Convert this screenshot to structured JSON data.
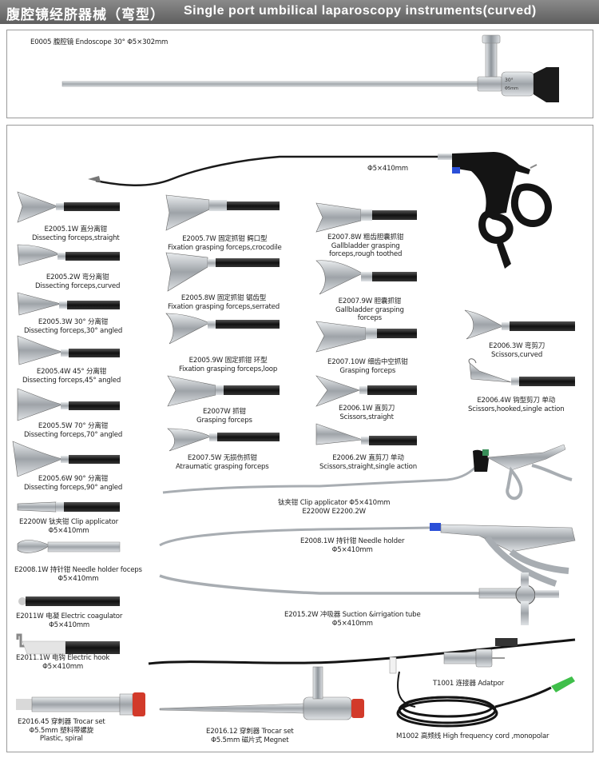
{
  "header": {
    "title_cn": "腹腔镜经脐器械（弯型）",
    "title_en": "Single port umbilical laparoscopy instruments(curved)"
  },
  "endoscope": {
    "label": "E0005 腹腔镜 Endoscope 30°  Φ5×302mm",
    "eyepiece_marks": [
      "30°",
      "Φ5mm"
    ]
  },
  "handle": {
    "spec": "Φ5×410mm"
  },
  "column1": [
    {
      "code": "E2005.1W 直分离钳",
      "desc": "Dissecting forceps,straight"
    },
    {
      "code": "E2005.2W 弯分离钳",
      "desc": "Dissecting forceps,curved"
    },
    {
      "code": "E2005.3W 30° 分离钳",
      "desc": "Dissecting forceps,30° angled"
    },
    {
      "code": "E2005.4W 45° 分离钳",
      "desc": "Dissecting forceps,45° angled"
    },
    {
      "code": "E2005.5W 70° 分离钳",
      "desc": "Dissecting forceps,70° angled"
    },
    {
      "code": "E2005.6W 90° 分离钳",
      "desc": "Dissecting forceps,90° angled"
    },
    {
      "code": "E2200W 钛夹钳 Clip applicator",
      "desc": "Φ5×410mm"
    },
    {
      "code": "E2008.1W 持针钳 Needle holder foceps",
      "desc": "Φ5×410mm"
    },
    {
      "code": "E2011W 电凝 Electric coagulator",
      "desc": "Φ5×410mm"
    },
    {
      "code": "E2011.1W 电钩 Electric hook",
      "desc": "Φ5×410mm"
    }
  ],
  "column2": [
    {
      "code": "E2005.7W 固定抓钳 鳄口型",
      "desc": "Fixation grasping forceps,crocodile"
    },
    {
      "code": "E2005.8W 固定抓钳 锯齿型",
      "desc": "Fixation grasping forceps,serrated"
    },
    {
      "code": "E2005.9W 固定抓钳 环型",
      "desc": "Fixation grasping forceps,loop"
    },
    {
      "code": "E2007W 抓钳",
      "desc": "Grasping forceps"
    },
    {
      "code": "E2007.5W 无损伤抓钳",
      "desc": "Atraumatic grasping forceps"
    }
  ],
  "column3": [
    {
      "code": "E2007.8W 粗齿胆囊抓钳",
      "desc": "Gallbladder grasping",
      "desc2": "forceps,rough toothed"
    },
    {
      "code": "E2007.9W 胆囊抓钳",
      "desc": "Gallbladder grasping",
      "desc2": "forceps"
    },
    {
      "code": "E2007.10W 细齿中空抓钳",
      "desc": "Grasping forceps"
    },
    {
      "code": "E2006.1W 直剪刀",
      "desc": "Scissors,straight"
    },
    {
      "code": "E2006.2W 直剪刀 单动",
      "desc": "Scissors,straight,single action"
    }
  ],
  "column4": [
    {
      "code": "E2006.3W 弯剪刀",
      "desc": "Scissors,curved"
    },
    {
      "code": "E2006.4W 钩型剪刀 单动",
      "desc": "Scissors,hooked,single action"
    }
  ],
  "clip_applicator": {
    "line1": "钛夹钳 Clip applicator  Φ5×410mm",
    "line2": "E2200W     E2200.2W"
  },
  "needle_holder": {
    "line1": "E2008.1W 持针钳 Needle holder",
    "line2": "Φ5×410mm"
  },
  "suction": {
    "line1": "E2015.2W 冲吸器 Suction &irrigation tube",
    "line2": "Φ5×410mm"
  },
  "adaptor": {
    "line1": "T1001 连接器 Adatpor"
  },
  "trocar1": {
    "line1": "E2016.45 穿刺器 Trocar set",
    "line2": "Φ5.5mm 塑料带螺旋",
    "line3": "Plastic, spiral"
  },
  "trocar2": {
    "line1": "E2016.12 穿刺器 Trocar set",
    "line2": "Φ5.5mm 磁片式 Megnet"
  },
  "cord": {
    "line1": "M1002 高频线 High frequency cord ,monopolar"
  },
  "colors": {
    "header": "#6e6e6e",
    "shaft_black": "#141414",
    "steel": "#b8bcc0",
    "trocar_red": "#d23a2a",
    "blue_cap": "#2a4fd8",
    "green_plug": "#3fbf4a"
  }
}
